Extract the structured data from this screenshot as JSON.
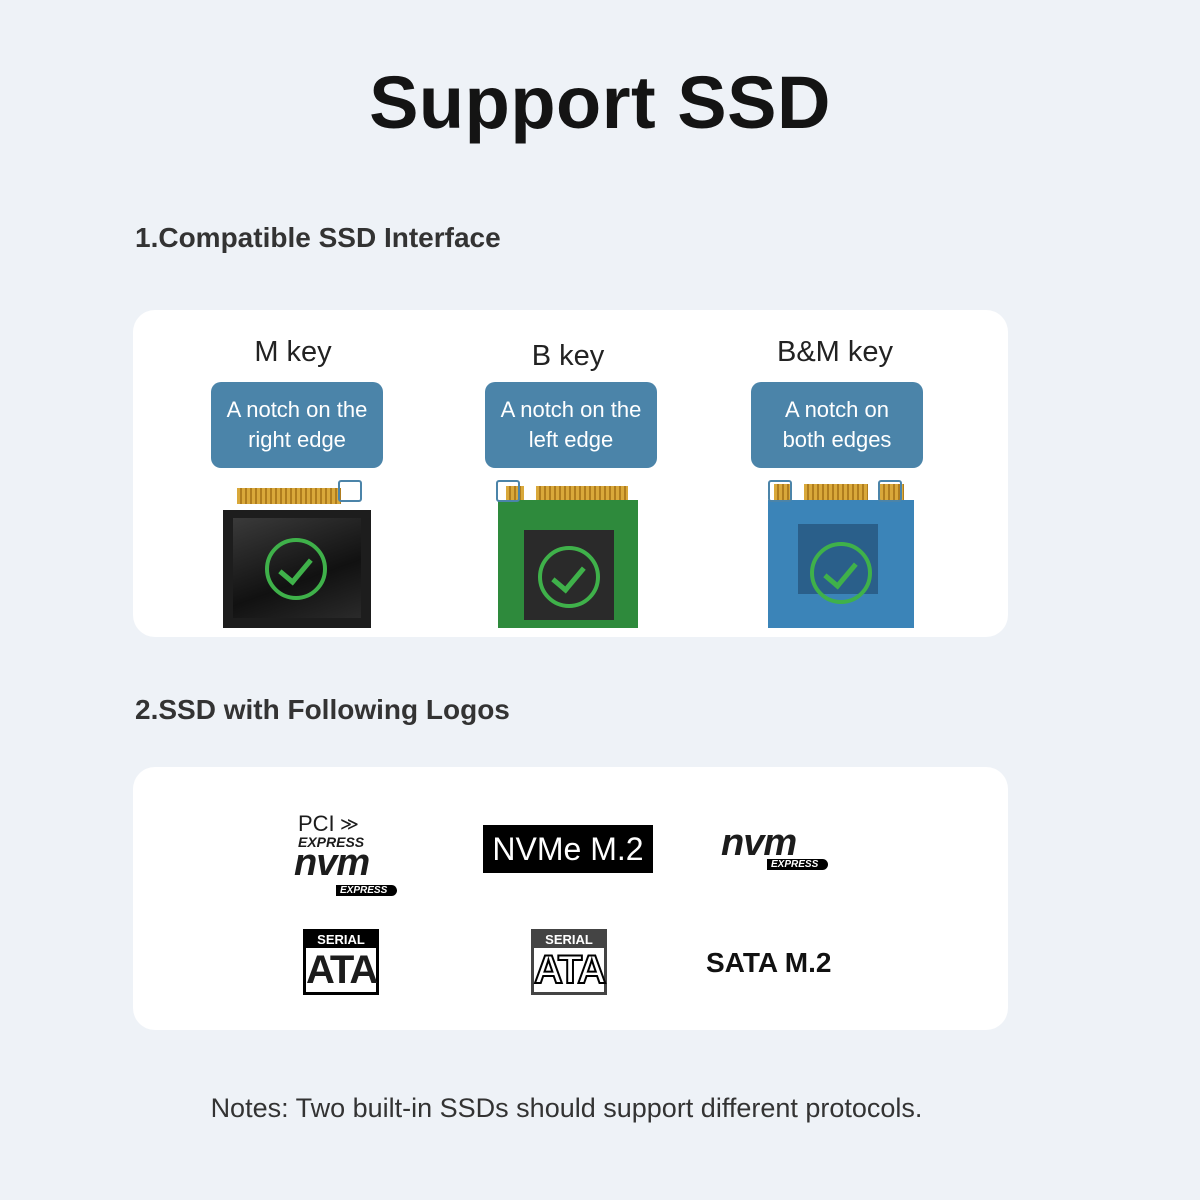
{
  "page": {
    "title": "Support SSD",
    "section1_heading": "1.Compatible SSD Interface",
    "section2_heading": "2.SSD with Following Logos",
    "notes": "Notes: Two built-in SSDs should support different protocols."
  },
  "keys": [
    {
      "name": "M key",
      "description": "A notch on the right edge"
    },
    {
      "name": "B key",
      "description": "A notch on the left edge"
    },
    {
      "name": "B&M key",
      "description": "A notch on both edges"
    }
  ],
  "logos": {
    "pci_express_nvm": {
      "line1": "PCI",
      "line2": "EXPRESS",
      "line3": "nvm",
      "line4": "EXPRESS"
    },
    "nvme_m2": "NVMe M.2",
    "nvm_express": {
      "main": "nvm",
      "sub": "EXPRESS"
    },
    "serial_ata_1": {
      "top": "SERIAL",
      "main": "ATA"
    },
    "serial_ata_2": {
      "top": "SERIAL",
      "main": "ATA"
    },
    "sata_m2": "SATA M.2"
  },
  "colors": {
    "background": "#eef2f7",
    "bubble": "#4b84a9",
    "check": "#3fb14a"
  },
  "icons": [
    "check-icon"
  ]
}
